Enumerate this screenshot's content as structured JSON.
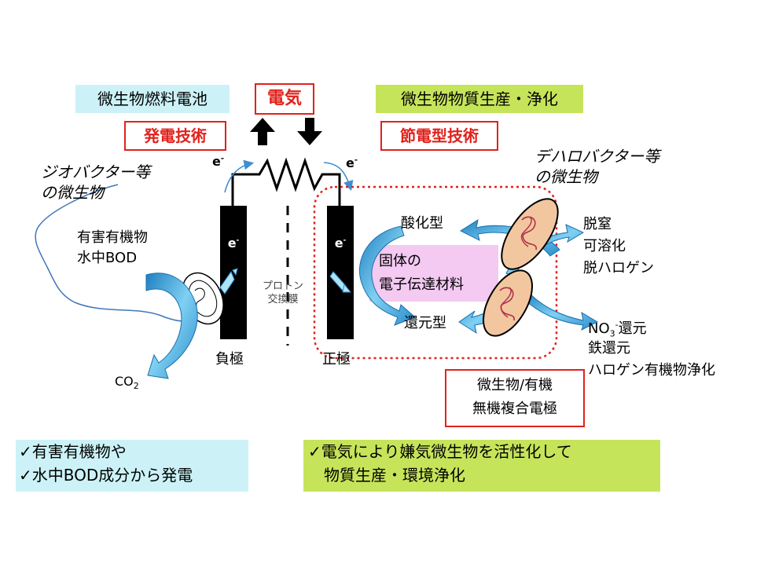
{
  "top": {
    "mfc_label": "微生物燃料電池",
    "power_tech": "発電技術",
    "electricity": "電気",
    "production_label": "微生物物質生産・浄化",
    "saving_tech": "節電型技術"
  },
  "left": {
    "geobacter": "ジオバクター等\nの微生物",
    "organics": "有害有機物\n水中BOD",
    "co2_main": "CO",
    "co2_sub": "2",
    "e_left": "e",
    "e_sup": "-",
    "anode_e": "e",
    "anode_label": "負極"
  },
  "center": {
    "membrane": "プロトン\n交換膜"
  },
  "right": {
    "e_right": "e",
    "e_sup": "-",
    "cathode_e": "e",
    "cathode_label": "正極",
    "dehalobacter": "デハロバクター等\nの微生物",
    "oxidized": "酸化型",
    "reduced": "還元型",
    "solid_material": "固体の\n電子伝達材料",
    "products_top": "脱窒\n可溶化\n脱ハロゲン",
    "no3_main": "NO",
    "no3_sub": "3",
    "no3_sup": "-",
    "no3_rest": "還元",
    "products_bottom": "鉄還元\nハロゲン有機物浄化",
    "composite": "微生物/有機\n無機複合電極"
  },
  "bottom": {
    "left_line1": "✓有害有機物や",
    "left_line2": "✓水中BOD成分から発電",
    "right_line1": "✓電気により嫌気微生物を活性化して",
    "right_line2": "物質生産・環境浄化"
  },
  "colors": {
    "cyan_box": "#ccf2f7",
    "green_box": "#c6e45a",
    "red": "#e0221c",
    "pink": "#f4c9f2",
    "arrow_blue": "#3fa9dc",
    "cell_fill": "#f2c7a0"
  }
}
